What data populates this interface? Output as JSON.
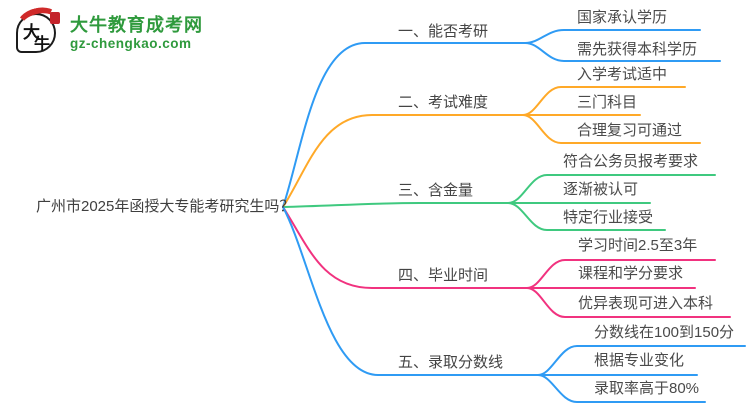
{
  "logo": {
    "mark_char_1": "大",
    "mark_char_2": "牛",
    "title": "大牛教育成考网",
    "domain": "gz-chengkao.com",
    "green": "#2f9a3d",
    "red": "#cf2a2a"
  },
  "root": {
    "title": "广州市2025年函授大专能考研究生吗？"
  },
  "colors": {
    "blue": "#2f9bf4",
    "orange": "#ffa928",
    "green": "#3fc97f",
    "pink": "#f1327f",
    "text": "#4a4a4a"
  },
  "branches": [
    {
      "label": "一、能否考研",
      "color": "blue",
      "children": [
        "国家承认学历",
        "需先获得本科学历"
      ]
    },
    {
      "label": "二、考试难度",
      "color": "orange",
      "children": [
        "入学考试适中",
        "三门科目",
        "合理复习可通过"
      ]
    },
    {
      "label": "三、含金量",
      "color": "green",
      "children": [
        "符合公务员报考要求",
        "逐渐被认可",
        "特定行业接受"
      ]
    },
    {
      "label": "四、毕业时间",
      "color": "pink",
      "children": [
        "学习时间2.5至3年",
        "课程和学分要求",
        "优异表现可进入本科"
      ]
    },
    {
      "label": "五、录取分数线",
      "color": "blue",
      "children": [
        "分数线在100到150分",
        "根据专业变化",
        "录取率高于80%"
      ]
    }
  ]
}
